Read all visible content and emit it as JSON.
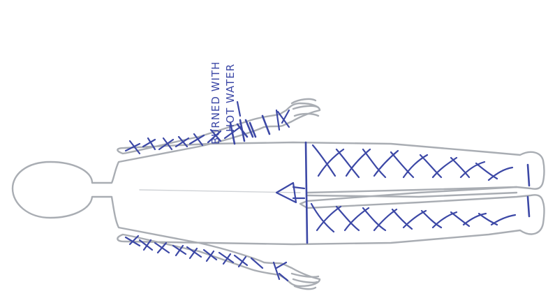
{
  "annotation": {
    "lines": [
      "Burned with",
      "hot water"
    ]
  },
  "colors": {
    "outline": "#a9adb3",
    "ink": "#3c48a6",
    "background": "#ffffff"
  },
  "marked_regions": [
    "left-arm",
    "left-hand",
    "right-arm",
    "right-hand",
    "upper-leg-area",
    "lower-leg-area",
    "groin"
  ]
}
